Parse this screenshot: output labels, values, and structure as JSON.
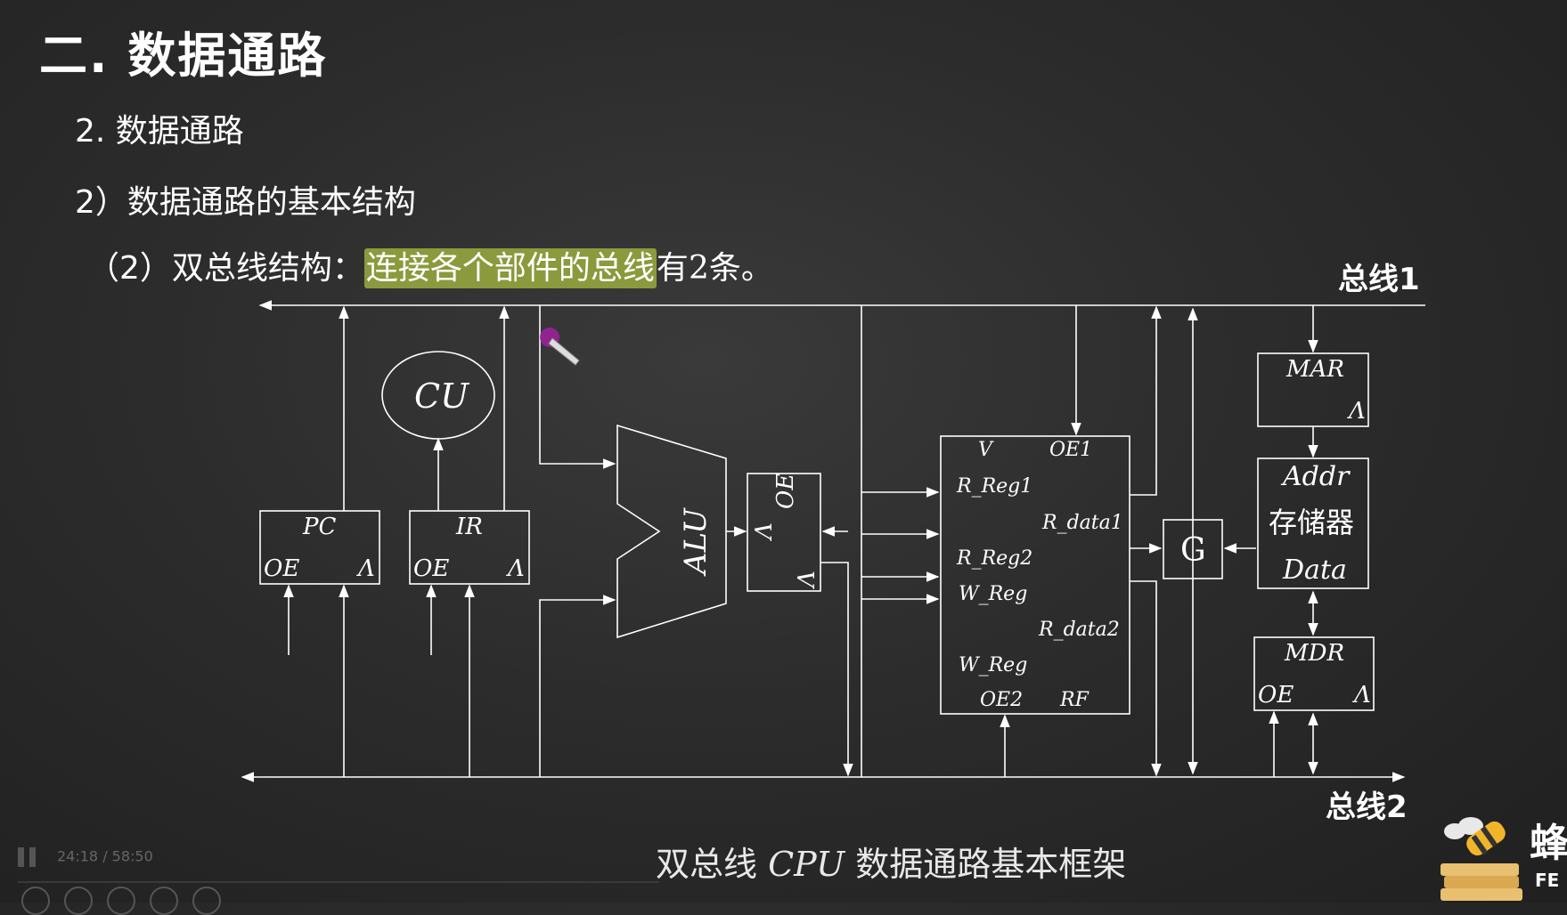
{
  "heading": "二. 数据通路",
  "subheading_1": "2. 数据通路",
  "subheading_2": "2）数据通路的基本结构",
  "line3": {
    "prefix": "（2）双总线结构：",
    "highlight": "连接各个部件的总线",
    "suffix_a": "有",
    "count": "2",
    "suffix_b": "条。"
  },
  "diagram": {
    "bus1_label": "总线1",
    "bus2_label": "总线2",
    "cu": "CU",
    "pc": {
      "name": "PC",
      "oe": "OE",
      "a": "Λ"
    },
    "ir": {
      "name": "IR",
      "oe": "OE",
      "a": "Λ"
    },
    "alu": "ALU",
    "areg": {
      "oe": "OE",
      "a1": "Λ",
      "a2": "Λ"
    },
    "rf": {
      "v": "V",
      "oe1": "OE1",
      "r_reg1": "R_Reg1",
      "r_data1": "R_data1",
      "r_reg2": "R_Reg2",
      "w_reg_a": "W_Reg",
      "r_data2": "R_data2",
      "w_reg_b": "W_Reg",
      "oe2": "OE2",
      "rf": "RF"
    },
    "g": "G",
    "mar": {
      "name": "MAR",
      "a": "Λ"
    },
    "mem": {
      "addr": "Addr",
      "name": "存储器",
      "data": "Data"
    },
    "mdr": {
      "name": "MDR",
      "oe": "OE",
      "a": "Λ"
    }
  },
  "caption": {
    "pre": "双总线 ",
    "cpu": "CPU",
    "post": " 数据通路基本框架"
  },
  "player": {
    "time": "24:18 / 58:50"
  },
  "logo_text": "蜂",
  "logo_sub": "FE",
  "colors": {
    "background": "#2c2c2c",
    "highlight": "#8b9a3c",
    "line": "#ffffff"
  }
}
